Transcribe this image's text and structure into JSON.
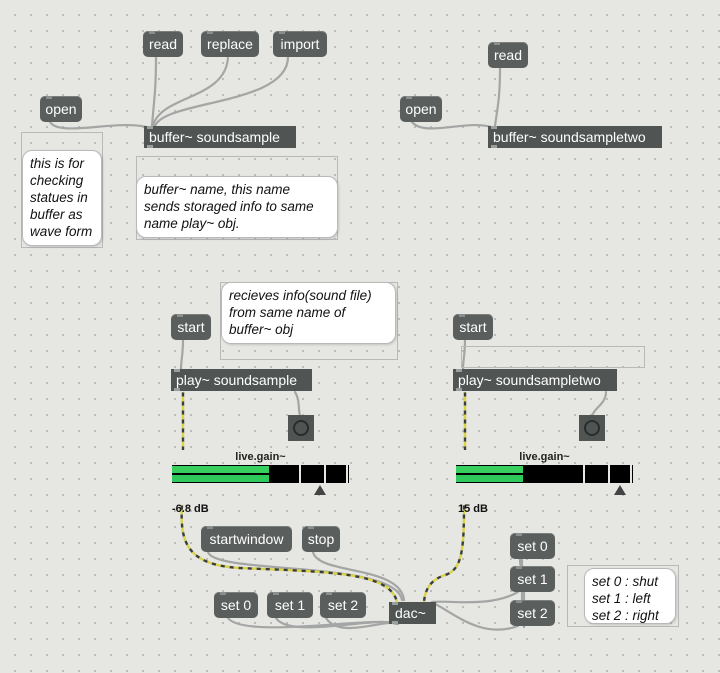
{
  "patcher": {
    "top_left": {
      "read_label": "read",
      "replace_label": "replace",
      "import_label": "import",
      "open_label": "open",
      "buffer_object": "buffer~ soundsample",
      "comment_open": [
        "this is for",
        "checking",
        "statues in",
        "buffer as",
        "wave form"
      ],
      "comment_buffer": [
        "buffer~ name, this name",
        "sends storaged info to same",
        "name play~ obj."
      ]
    },
    "top_right": {
      "read_label": "read",
      "open_label": "open",
      "buffer_object": "buffer~ soundsampletwo"
    },
    "left_player": {
      "start_label": "start",
      "play_object": "play~ soundsample",
      "comment_play": [
        "recieves info(sound file)",
        "from same name of",
        "buffer~ obj"
      ],
      "gain_title": "live.gain~",
      "gain_value": "-6.8 dB",
      "level_fraction": 0.55
    },
    "right_player": {
      "start_label": "start",
      "play_object": "play~ soundsampletwo",
      "gain_title": "live.gain~",
      "gain_value": "15 dB",
      "level_fraction": 0.38
    },
    "output": {
      "startwindow_label": "startwindow",
      "stop_label": "stop",
      "set0_left_label": "set 0",
      "set1_left_label": "set 1",
      "set2_left_label": "set 2",
      "dac_object": "dac~",
      "set0_right_label": "set 0",
      "set1_right_label": "set 1",
      "set2_right_label": "set 2",
      "comment_set": [
        "set 0 : shut",
        "set 1 : left",
        "set 2 : right"
      ]
    }
  },
  "colors": {
    "canvas": "#e6e6e2",
    "box": "#5a5e5d",
    "cord_control": "#9a9d9c",
    "cord_signal_dash": "#d9d34a",
    "meter_green": "#2ec95a"
  }
}
